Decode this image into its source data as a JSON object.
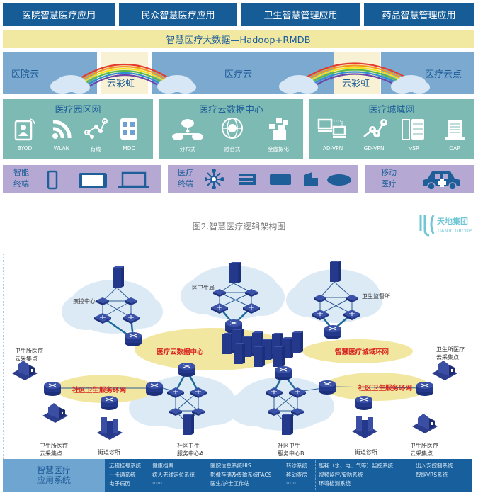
{
  "top_apps": [
    "医院智慧医疗应用",
    "民众智慧医疗应用",
    "卫生智慧管理应用",
    "药品智慧管理应用"
  ],
  "bigdata_label": "智慧医疗大数据—Hadoop+RMDB",
  "cloud_layer": {
    "hospital_cloud": "医院云",
    "rainbow_left": "云彩虹",
    "medical_cloud": "医疗云",
    "rainbow_right": "云彩虹",
    "cloud_point": "医疗云点"
  },
  "network_layer": [
    {
      "title": "医疗园区网",
      "items": [
        {
          "label": "BYOD",
          "icon": "tablet-user-icon"
        },
        {
          "label": "WLAN",
          "icon": "wifi-icon"
        },
        {
          "label": "有线",
          "icon": "wired-network-icon"
        },
        {
          "label": "MDC",
          "icon": "mdc-cube-icon"
        }
      ]
    },
    {
      "title": "医疗云数据中心",
      "items": [
        {
          "label": "分布式",
          "icon": "distributed-cloud-icon"
        },
        {
          "label": "融合式",
          "icon": "converged-globe-icon"
        },
        {
          "label": "全虚拟化",
          "icon": "virtualization-icon"
        }
      ]
    },
    {
      "title": "医疗城域网",
      "items": [
        {
          "label": "AD-VPN",
          "icon": "computers-vpn-icon"
        },
        {
          "label": "GD-VPN",
          "icon": "user-network-icon"
        },
        {
          "label": "vSR",
          "icon": "server-icon"
        },
        {
          "label": "OAP",
          "icon": "oap-icon"
        }
      ]
    }
  ],
  "terminal_layer": {
    "smart": {
      "label_line1": "智能",
      "label_line2": "终端",
      "icons": [
        "phone-icon",
        "tablet-icon",
        "laptop-icon"
      ]
    },
    "medical": {
      "label_line1": "医疗",
      "label_line2": "终端",
      "icons": [
        "hub-icon",
        "switch-icon",
        "device-icon",
        "building-icon",
        "cloud-icon"
      ]
    },
    "mobile": {
      "label_line1": "移动",
      "label_line2": "医疗",
      "icons": [
        "ambulance-icon"
      ]
    }
  },
  "caption": "图2.智慧医疗逻辑架构图",
  "network_diagram": {
    "sites": {
      "cdc": "疾控中心",
      "district_bureau": "区卫生局",
      "supervision": "卫生监督所",
      "center_a_line1": "社区卫生",
      "center_a_line2": "服务中心A",
      "center_b_line1": "社区卫生",
      "center_b_line2": "服务中心B",
      "clinic_left": "街道诊所",
      "clinic_right": "街道诊所",
      "point_label_line1": "卫生所医疗",
      "point_label_line2": "云采集点"
    },
    "rings": {
      "datacenter": "医疗云数据中心",
      "metro": "智慧医疗城域环网",
      "community_left": "社区卫生服务环网",
      "community_right": "社区卫生服务环网"
    }
  },
  "bottom_bar": {
    "title_line1": "智慧医疗",
    "title_line2": "应用系统",
    "col1": [
      "远程挂号系统",
      "一卡通系统",
      "电子病历"
    ],
    "col2": [
      "健康档案",
      "病人无线定位系统",
      "······"
    ],
    "col3": [
      "医院信息系统HIS",
      "影像存储及传输系统PACS",
      "医生/护士工作站"
    ],
    "col4": [
      "转诊系统",
      "移动查房",
      "······"
    ],
    "col5": [
      "能耗（水、电、气等）监控系统",
      "视频监控/安防系统",
      "环境检测系统"
    ],
    "col6": [
      "出入安控制系统",
      "智能VRS系统"
    ]
  },
  "watermark": {
    "text": "天地集团",
    "sub": "TIANTC GROUP"
  },
  "colors": {
    "app_blue": "#165c97",
    "bigdata_yellow": "#f1e9a2",
    "cloud_blue": "#7ba9cf",
    "teal": "#7cbab3",
    "purple": "#b5a9d3",
    "ring_yellow": "#f2e7a0",
    "ring_text_red": "#d8231f",
    "device_navy": "#2a3f8f"
  }
}
